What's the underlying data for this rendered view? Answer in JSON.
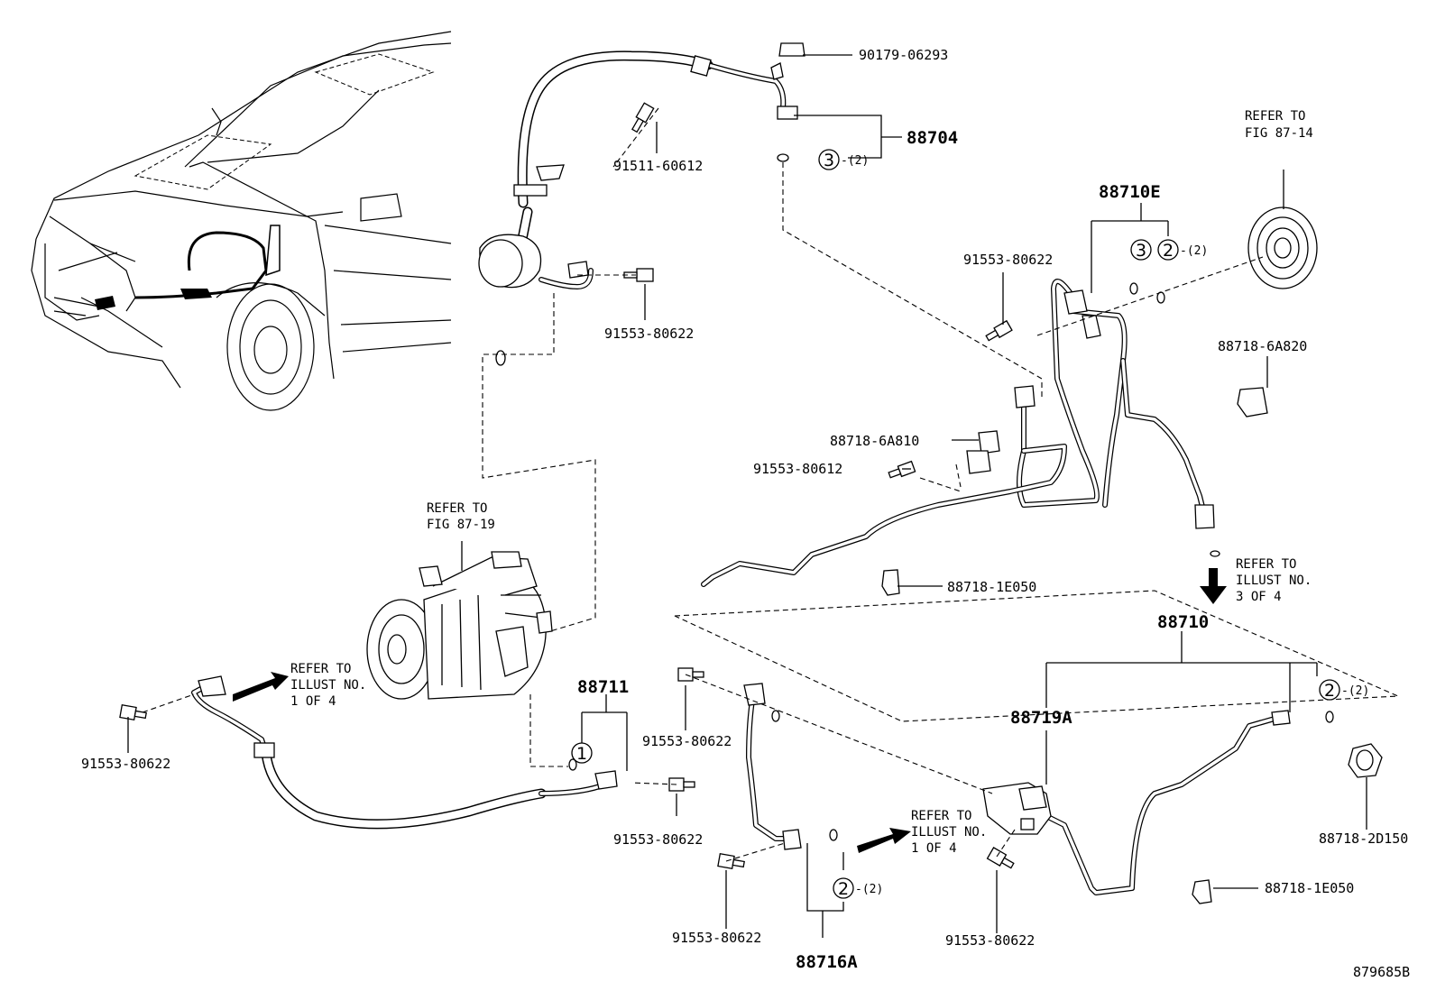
{
  "diagram": {
    "part_labels": [
      "90179-06293",
      "88704",
      "91511-60612",
      "91553-80622",
      "88710E",
      "91553-80622",
      "88718-6A820",
      "88718-6A810",
      "91553-80612",
      "88718-1E050",
      "91553-80622",
      "91553-80622",
      "91553-80622",
      "88711",
      "88710",
      "88719A",
      "88718-2D150",
      "88718-1E050",
      "91553-80622",
      "91553-80622",
      "88716A"
    ],
    "refer_notes": [
      {
        "line1": "REFER TO",
        "line2": "FIG 87-14"
      },
      {
        "line1": "REFER TO",
        "line2": "FIG 87-19"
      },
      {
        "line1": "REFER TO",
        "line2": "ILLUST NO.",
        "line3": "1 OF 4"
      },
      {
        "line1": "REFER TO",
        "line2": "ILLUST NO.",
        "line3": "3 OF 4"
      },
      {
        "line1": "REFER TO",
        "line2": "ILLUST NO.",
        "line3": "1 OF 4"
      }
    ],
    "callouts": [
      {
        "num": "3",
        "qty": "-(2)"
      },
      {
        "num": "3",
        "qty": ""
      },
      {
        "num": "2",
        "qty": "-(2)"
      },
      {
        "num": "1",
        "qty": ""
      },
      {
        "num": "2",
        "qty": "-(2)"
      },
      {
        "num": "2",
        "qty": "-(2)"
      }
    ],
    "illustration_id": "879685B"
  }
}
